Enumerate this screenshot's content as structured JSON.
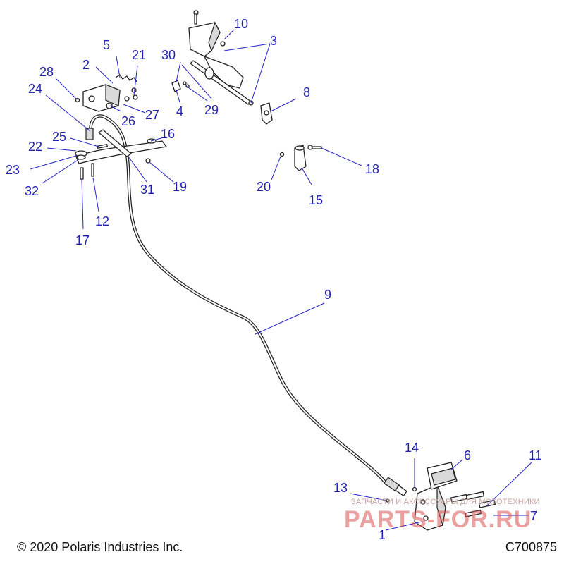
{
  "footer": {
    "copyright": "© 2020 Polaris Industries Inc.",
    "diagram_code": "C700875"
  },
  "watermark": {
    "tagline": "ЗАПЧАСТИ И АКСЕССУАРЫ ДЛЯ МОТОТЕХНИКИ",
    "brand": "PARTS-FOR.RU"
  },
  "callouts": {
    "c1": "1",
    "c2": "2",
    "c3": "3",
    "c4": "4",
    "c5": "5",
    "c6": "6",
    "c7": "7",
    "c8": "8",
    "c9": "9",
    "c10": "10",
    "c11": "11",
    "c12": "12",
    "c13": "13",
    "c14": "14",
    "c15": "15",
    "c16": "16",
    "c17": "17",
    "c18": "18",
    "c19": "19",
    "c20": "20",
    "c21": "21",
    "c22": "22",
    "c23": "23",
    "c24": "24",
    "c25": "25",
    "c26": "26",
    "c27": "27",
    "c28": "28",
    "c29": "29",
    "c30": "30",
    "c31": "31",
    "c32": "32"
  },
  "colors": {
    "callout": "#1f1fb4",
    "leader": "#2323c8",
    "watermark": "#dc5050"
  }
}
